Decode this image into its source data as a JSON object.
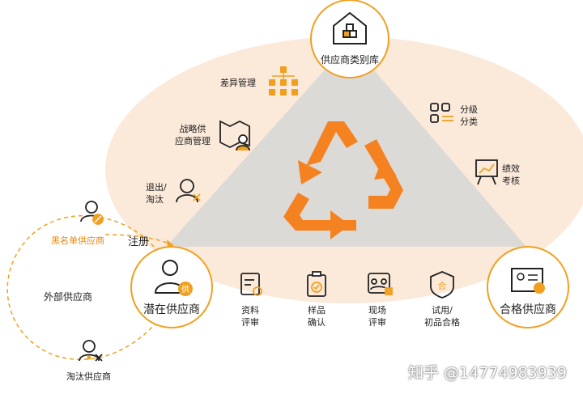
{
  "top_node": {
    "label": "供应商类别库"
  },
  "left_node": {
    "label": "潜在供应商"
  },
  "right_node": {
    "label": "合格供应商"
  },
  "external": {
    "label": "外部供应商"
  },
  "blacklist": {
    "label": "黑名单供应商"
  },
  "eliminated": {
    "label": "淘汰供应商"
  },
  "register": {
    "label": "注册"
  },
  "left_side": {
    "diff": "差异管理",
    "strategic_1": "战略供",
    "strategic_2": "应商管理",
    "exit_1": "退出/",
    "exit_2": "淘汰"
  },
  "right_side": {
    "grade_1": "分级",
    "grade_2": "分类",
    "perf_1": "绩效",
    "perf_2": "考核"
  },
  "bottom_steps": [
    {
      "line1": "资料",
      "line2": "评审",
      "icon": "document-search-icon"
    },
    {
      "line1": "样品",
      "line2": "确认",
      "icon": "clipboard-check-icon"
    },
    {
      "line1": "现场",
      "line2": "评审",
      "icon": "onsite-team-icon"
    },
    {
      "line1": "试用/",
      "line2": "初品合格",
      "icon": "shield-qualified-icon"
    }
  ],
  "watermark": "知乎 @14774983939",
  "colors": {
    "accent": "#f0a020",
    "arrow": "#f58220",
    "triangle": "#dcdad7",
    "ellipse": "#fbe9da"
  }
}
